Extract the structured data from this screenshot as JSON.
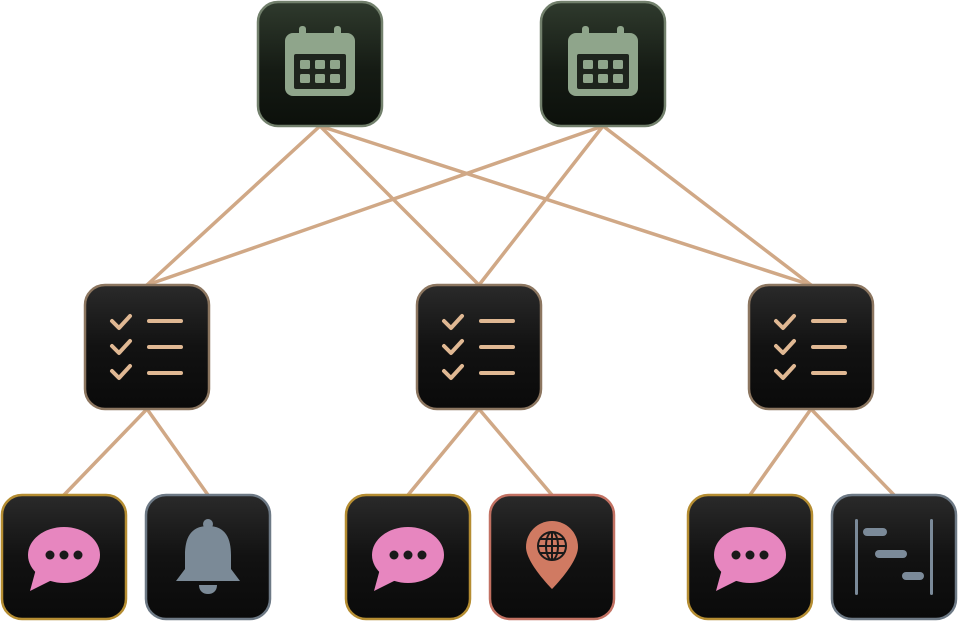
{
  "colors": {
    "connector": "#d0a886",
    "calendar_icon": "#8fa58b",
    "calendar_tile": "#1e241d",
    "calendar_border": "#72806c",
    "dark_tile": "#1a1a1a",
    "checklist_icon": "#e0b893",
    "checklist_border": "#8c7660",
    "chat_icon": "#e786bf",
    "chat_border": "#b58d32",
    "bell_icon": "#7b8a97",
    "bell_border": "#6d7985",
    "pin_icon": "#d07a62",
    "pin_border": "#c27162",
    "gantt_icon": "#7b8a99",
    "gantt_border": "#6d7985"
  },
  "nodes": [
    {
      "id": "cal1",
      "icon": "calendar-icon",
      "level": 0
    },
    {
      "id": "cal2",
      "icon": "calendar-icon",
      "level": 0
    },
    {
      "id": "list1",
      "icon": "checklist-icon",
      "level": 1
    },
    {
      "id": "list2",
      "icon": "checklist-icon",
      "level": 1
    },
    {
      "id": "list3",
      "icon": "checklist-icon",
      "level": 1
    },
    {
      "id": "chat1",
      "icon": "chat-bubble-icon",
      "level": 2
    },
    {
      "id": "bell1",
      "icon": "bell-icon",
      "level": 2
    },
    {
      "id": "chat2",
      "icon": "chat-bubble-icon",
      "level": 2
    },
    {
      "id": "pin1",
      "icon": "globe-location-pin-icon",
      "level": 2
    },
    {
      "id": "chat3",
      "icon": "chat-bubble-icon",
      "level": 2
    },
    {
      "id": "gantt1",
      "icon": "gantt-chart-icon",
      "level": 2
    }
  ],
  "edges": [
    [
      "cal1",
      "list1"
    ],
    [
      "cal1",
      "list2"
    ],
    [
      "cal1",
      "list3"
    ],
    [
      "cal2",
      "list1"
    ],
    [
      "cal2",
      "list2"
    ],
    [
      "cal2",
      "list3"
    ],
    [
      "list1",
      "chat1"
    ],
    [
      "list1",
      "bell1"
    ],
    [
      "list2",
      "chat2"
    ],
    [
      "list2",
      "pin1"
    ],
    [
      "list3",
      "chat3"
    ],
    [
      "list3",
      "gantt1"
    ]
  ]
}
